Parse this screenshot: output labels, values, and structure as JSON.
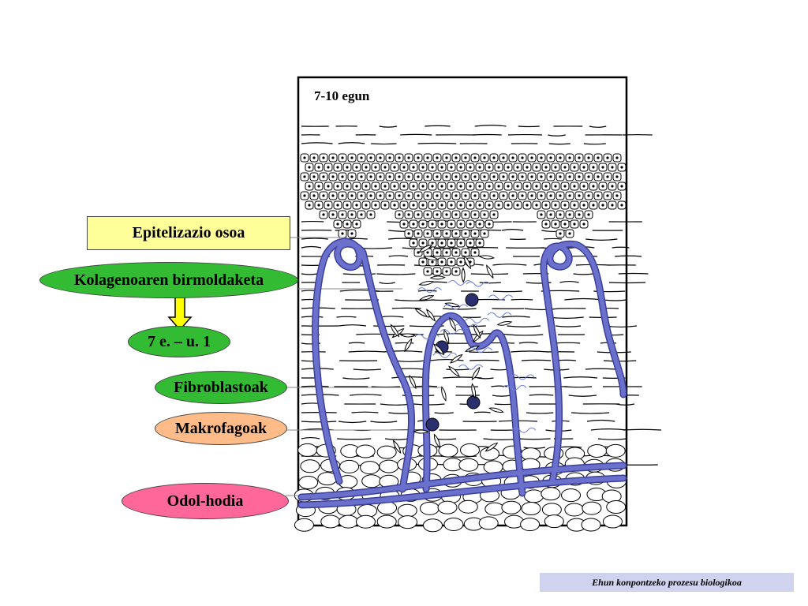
{
  "title": "7-10 egun",
  "labels": {
    "epithelization": "Epitelizazio osoa",
    "collagen": "Kolagenoaren birmoldaketa",
    "timeline": "7 e. – u. 1",
    "fibroblasts": "Fibroblastoak",
    "macrophages": "Makrofagoak",
    "blood_vessel": "Odol-hodia"
  },
  "footer": "Ehun konpontzeko prozesu biologikoa",
  "colors": {
    "epithelization_bg": "#ffff99",
    "collagen_bg": "#33bb33",
    "timeline_bg": "#33bb33",
    "fibroblasts_bg": "#33bb33",
    "macrophages_bg": "#ffbb88",
    "blood_vessel_bg": "#ff6699",
    "vessel": "#6a70cc",
    "arrow": "#ffff00",
    "footer_bg": "#cfd3ee"
  }
}
